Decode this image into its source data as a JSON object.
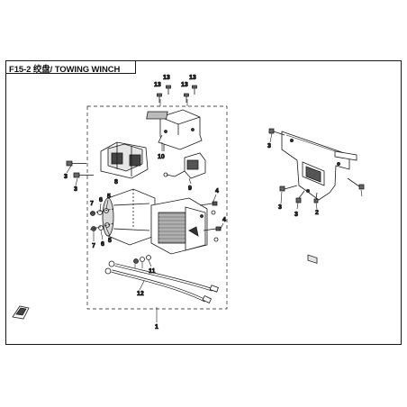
{
  "header": {
    "title": "F15-2 绞盘/ TOWING WINCH"
  },
  "callouts": {
    "c1": "1",
    "c2": "2",
    "c3a": "3",
    "c3b": "3",
    "c3c": "3",
    "c3d": "3",
    "c3e": "3",
    "c4a": "4",
    "c4b": "4",
    "c5a": "5",
    "c5b": "5",
    "c6a": "6",
    "c6b": "6",
    "c7a": "7",
    "c7b": "7",
    "c8": "8",
    "c9": "9",
    "c10": "10",
    "c11": "11",
    "c12": "12",
    "c13a": "13",
    "c13b": "13",
    "c13c": "13",
    "c13d": "13"
  },
  "colors": {
    "line": "#1a1a1a",
    "part_fill": "#ffffff",
    "shade": "#8a8a8a",
    "dark": "#2b2b2b",
    "accent_red": "#c0392b"
  }
}
